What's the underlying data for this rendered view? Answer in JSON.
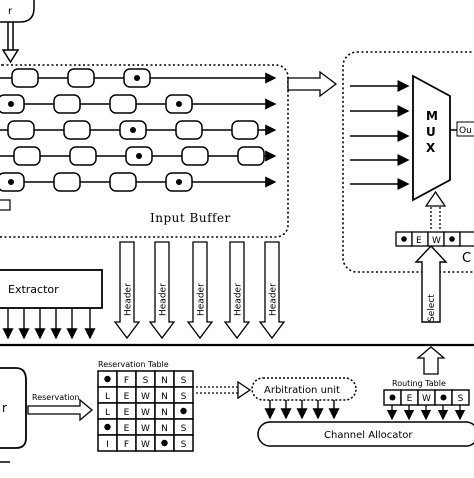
{
  "input_buffer": {
    "label": "Input Buffer",
    "rows": [
      [
        false,
        false,
        true
      ],
      [
        true,
        false,
        false,
        true
      ],
      [
        false,
        false,
        true,
        false,
        false
      ],
      [
        false,
        false,
        true,
        false,
        false
      ],
      [
        true,
        false,
        false,
        true
      ]
    ]
  },
  "header_arrows": [
    "Header",
    "Header",
    "Header",
    "Header",
    "Header"
  ],
  "select_arrow": "Select",
  "mux": {
    "label": "MUX",
    "output_label": "Ou",
    "corner_label": "C"
  },
  "mux_select_cells": [
    "●",
    "E",
    "W",
    "●",
    ""
  ],
  "extractor": {
    "label": "Extractor"
  },
  "reservation": {
    "arrow_label": "Reservation",
    "title": "Reservation Table",
    "rows": [
      [
        "●",
        "F",
        "S",
        "N",
        "S"
      ],
      [
        "L",
        "E",
        "W",
        "N",
        "S"
      ],
      [
        "L",
        "E",
        "W",
        "N",
        "●"
      ],
      [
        "●",
        "E",
        "W",
        "N",
        "S"
      ],
      [
        "I",
        "F",
        "W",
        "●",
        "S"
      ]
    ]
  },
  "arbitration": {
    "label": "Arbitration unit"
  },
  "channel_allocator": {
    "label": "Channel Allocator"
  },
  "routing_table": {
    "title": "Routing Table",
    "cells": [
      "●",
      "E",
      "W",
      "●",
      "S"
    ]
  },
  "left_fragment": "r",
  "top_fragment": "r"
}
